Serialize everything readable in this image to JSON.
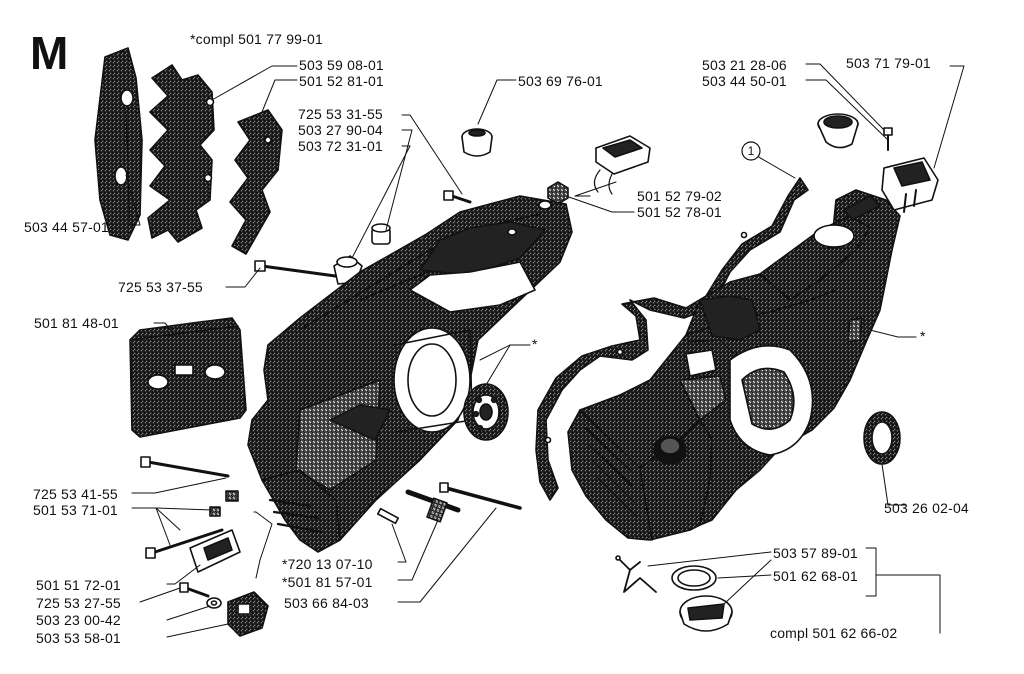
{
  "diagram": {
    "section_letter": "M",
    "callout_number": "1",
    "star_marks": [
      "*",
      "*"
    ],
    "labels": {
      "compl_guard_set": "*compl 501 77 99-01",
      "p503440501_top": "503 44 50-01",
      "p503592801": "503 59 08-01",
      "p501528101": "501 52 81-01",
      "p503445701": "503 44 57-01",
      "p725533155": "725 53 31-55",
      "p503279004": "503 27 90-04",
      "p503723101": "503 72 31-01",
      "p503697601": "503 69 76-01",
      "p501527902": "501 52 79-02",
      "p501527801": "501 52 78-01",
      "p725533755": "725 53 37-55",
      "p501814801": "501 81 48-01",
      "p725534155": "725 53 41-55",
      "p501537101": "501 53 71-01",
      "p501517201": "501 51 72-01",
      "p725532755": "725 53 27-55",
      "p503230042": "503 23 00-42",
      "p503535801": "503 53 58-01",
      "p720130710": "*720 13 07-10",
      "p501815701": "*501 81 57-01",
      "p503668403": "503 66 84-03",
      "p503212806": "503 21 28-06",
      "p503717901": "503 71 79-01",
      "p503260204": "503 26 02-04",
      "p503578901": "503 57 89-01",
      "p501626801": "501 62 68-01",
      "compl_seal_set": "compl 501 62 66-02"
    }
  }
}
